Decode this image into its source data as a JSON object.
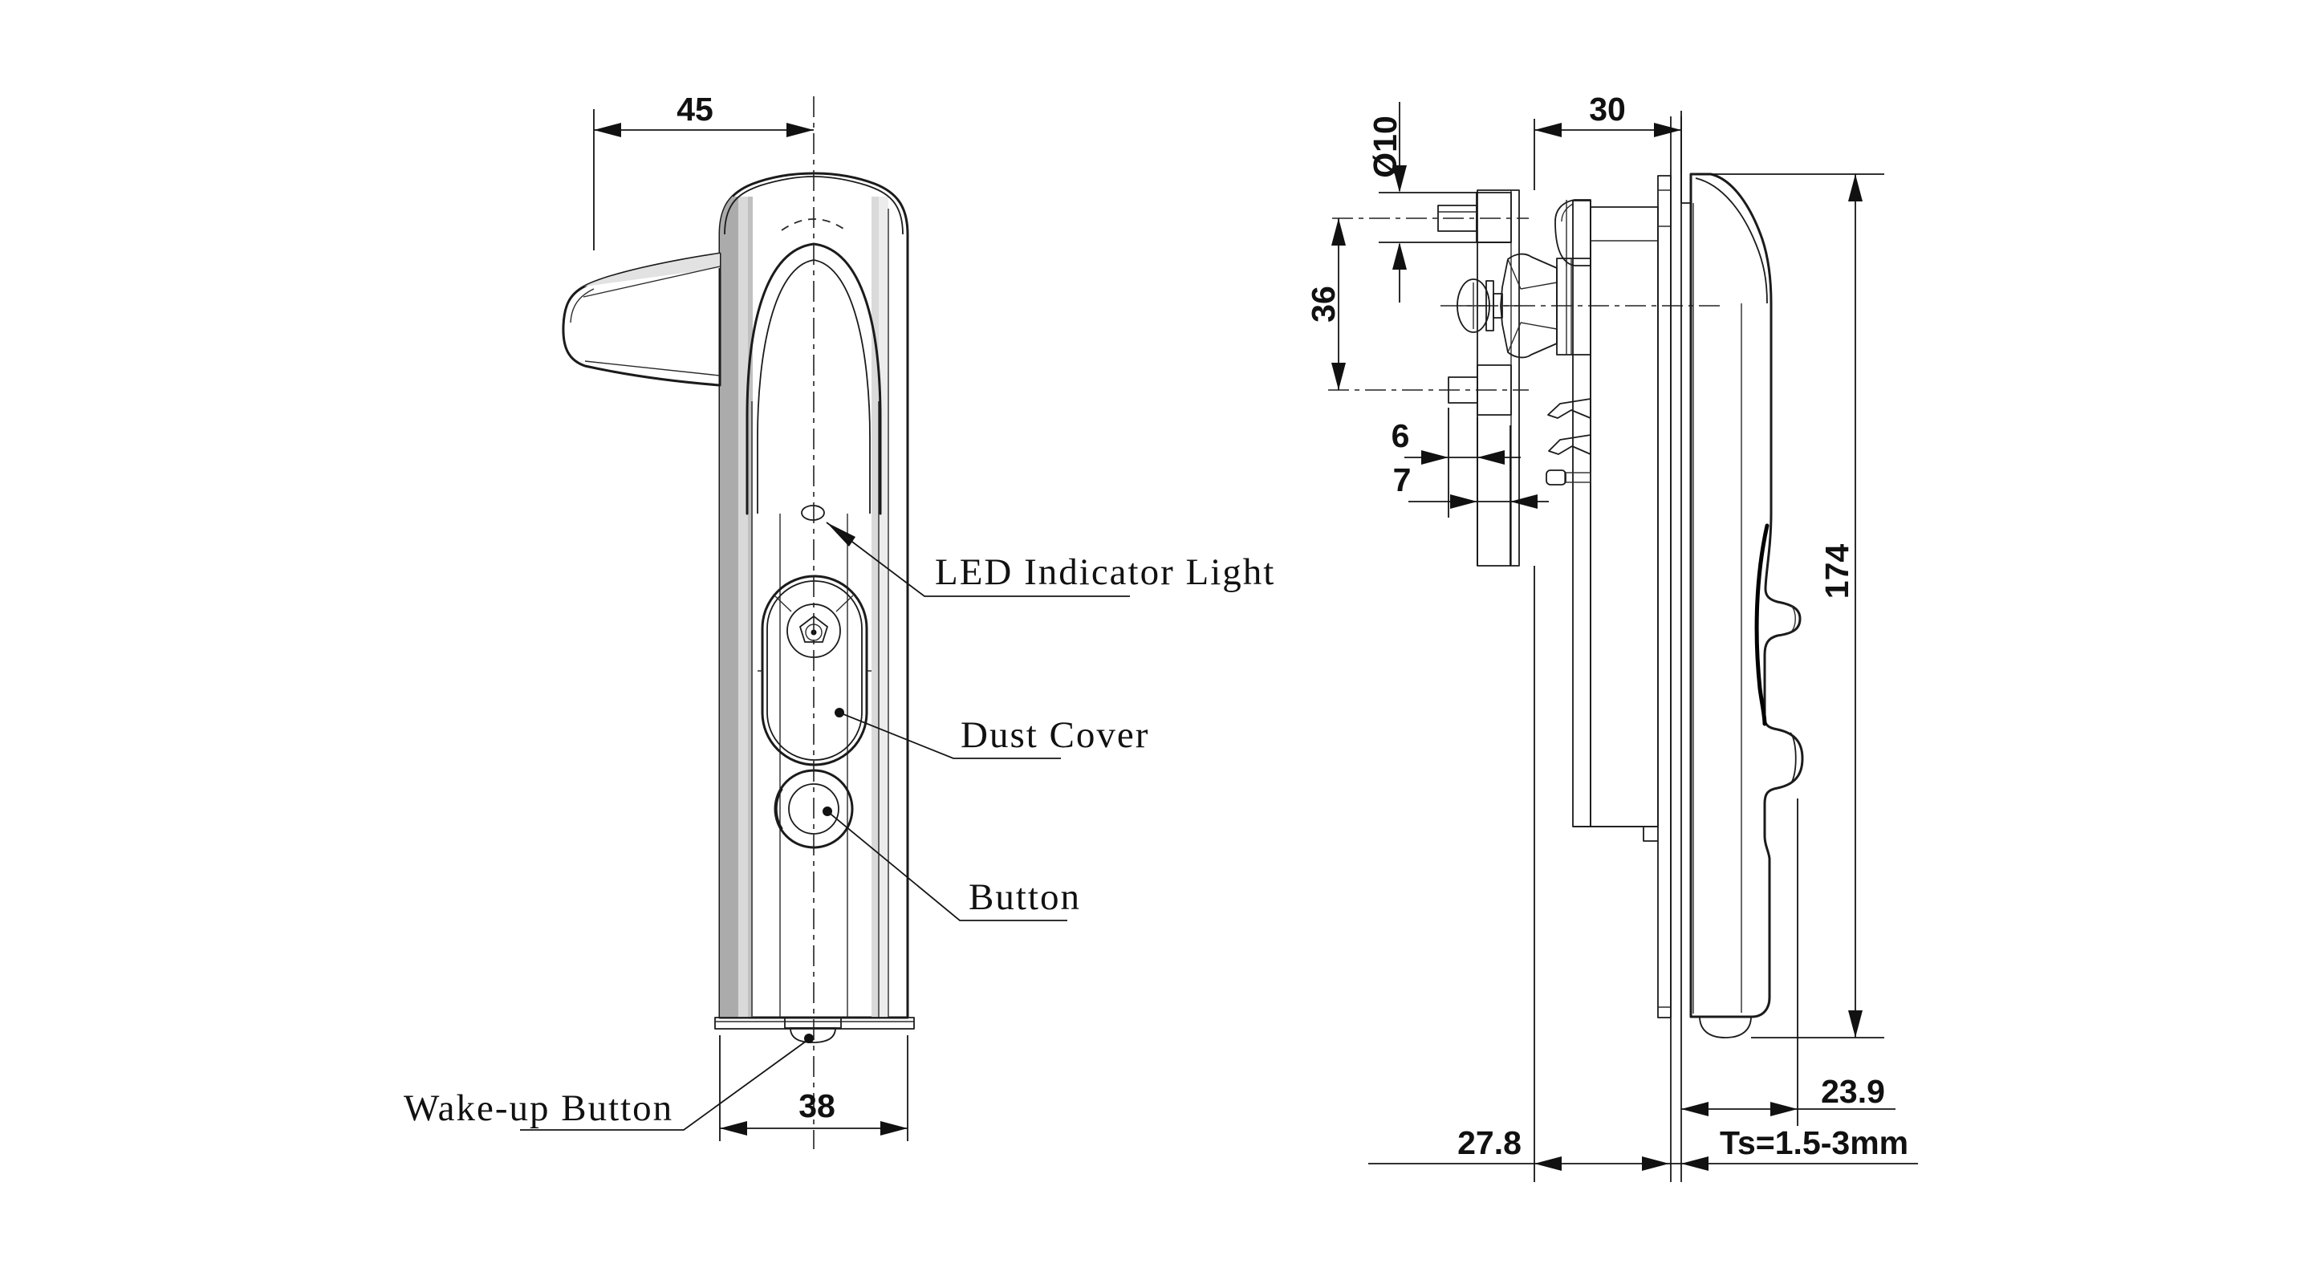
{
  "front_view": {
    "dimensions": {
      "handle_offset": "45",
      "body_width": "38"
    },
    "labels": {
      "led": "LED Indicator Light",
      "dust_cover": "Dust Cover",
      "button": "Button",
      "wakeup": "Wake-up Button"
    }
  },
  "side_view": {
    "dimensions": {
      "grip_depth": "30",
      "stud_diameter": "Ø10",
      "stud_spacing": "36",
      "stud_tip_length": "6",
      "stud_base_length": "7",
      "body_height": "174",
      "front_protrusion": "23.9",
      "rear_depth": "27.8",
      "panel_thickness": "Ts=1.5-3mm"
    }
  }
}
